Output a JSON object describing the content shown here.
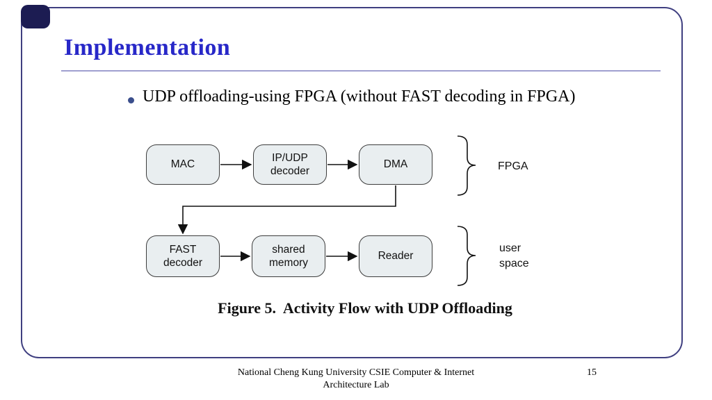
{
  "colors": {
    "title_color": "#2828c8",
    "border_color": "#3f3f80",
    "corner_color": "#1c1c52",
    "rule_color": "#9f9fd0",
    "node_fill": "#e9eef0",
    "node_border": "#3c3c3c",
    "bullet_dot": "#3a4e8c",
    "ink": "#111111"
  },
  "slide": {
    "title": "Implementation",
    "bullet": "UDP offloading-using FPGA (without FAST decoding in FPGA)",
    "page_number": "15",
    "footer": {
      "line1": "National Cheng Kung University CSIE Computer & Internet",
      "line2": "Architecture Lab"
    }
  },
  "diagram": {
    "caption": "Figure 5.  Activity Flow with UDP Offloading",
    "nodes": [
      {
        "id": "mac",
        "label": "MAC"
      },
      {
        "id": "ip-udp-decoder",
        "label": "IP/UDP\ndecoder"
      },
      {
        "id": "dma",
        "label": "DMA"
      },
      {
        "id": "fast-decoder",
        "label": "FAST\ndecoder"
      },
      {
        "id": "shared-memory",
        "label": "shared\nmemory"
      },
      {
        "id": "reader",
        "label": "Reader"
      }
    ],
    "group_labels": [
      {
        "id": "fpga",
        "label": "FPGA"
      },
      {
        "id": "user-space",
        "label": "user\nspace"
      }
    ]
  }
}
